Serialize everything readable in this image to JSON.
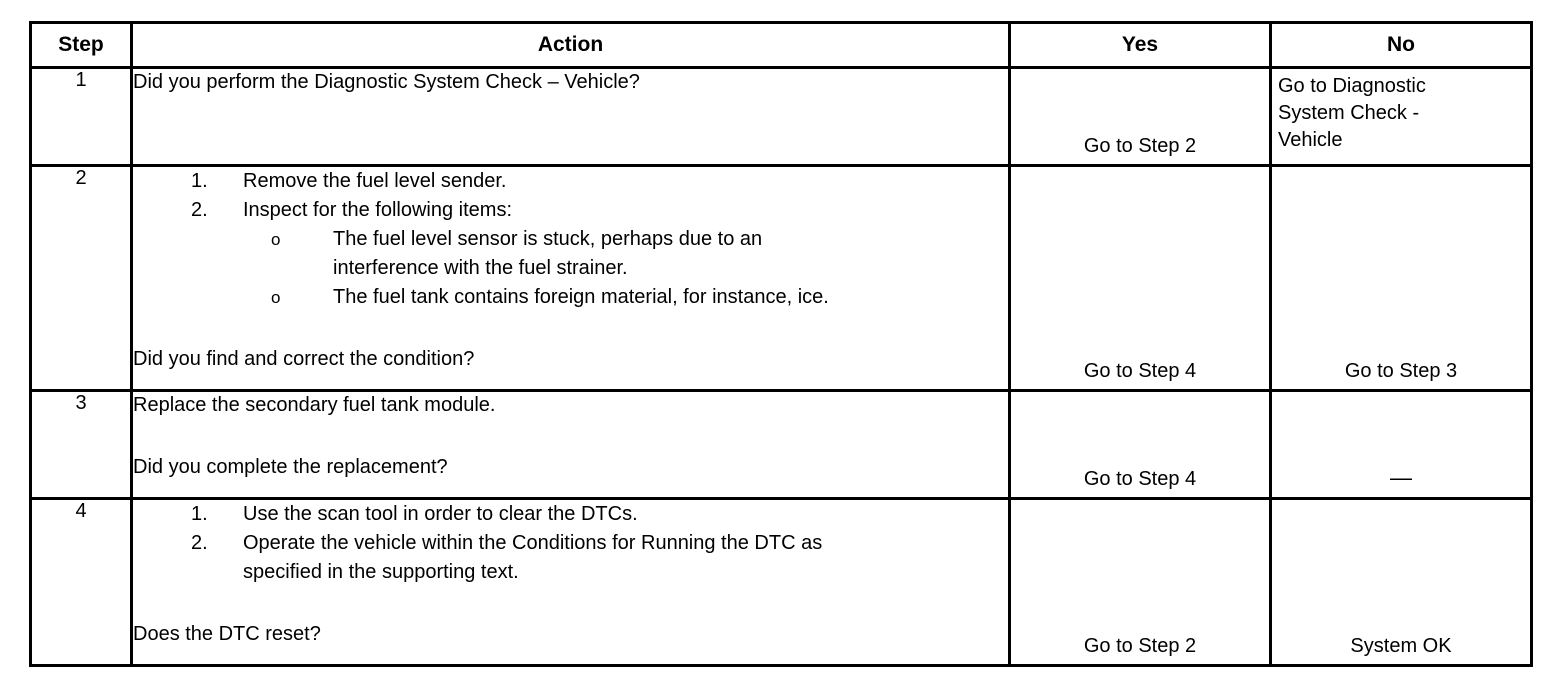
{
  "table": {
    "headers": [
      "Step",
      "Action",
      "Yes",
      "No"
    ],
    "rows": [
      {
        "step": "1",
        "action": {
          "intro": "Did you perform the Diagnostic System Check – Vehicle?",
          "items": [],
          "tail": ""
        },
        "yes": "Go to Step 2",
        "no_lines": [
          "Go to Diagnostic",
          "System Check -",
          "Vehicle"
        ],
        "no": "Go to Diagnostic System Check - Vehicle"
      },
      {
        "step": "2",
        "action": {
          "intro": "",
          "items": [
            {
              "num": "1.",
              "text": "Remove the fuel level sender.",
              "subitems": []
            },
            {
              "num": "2.",
              "text": "Inspect for the following items:",
              "subitems": [
                {
                  "bullet": "o",
                  "line1": "The fuel level sensor is stuck, perhaps due to an",
                  "line2": "interference with the fuel strainer."
                },
                {
                  "bullet": "o",
                  "line1": "The fuel tank contains foreign material, for instance, ice.",
                  "line2": ""
                }
              ]
            }
          ],
          "tail": "Did you find and correct the condition?"
        },
        "yes": "Go to Step 4",
        "no_lines": [],
        "no": "Go to Step 3"
      },
      {
        "step": "3",
        "action": {
          "intro": "Replace the secondary fuel tank module.",
          "items": [],
          "tail": "Did you complete the replacement?"
        },
        "yes": "Go to Step 4",
        "no_lines": [],
        "no": "—"
      },
      {
        "step": "4",
        "action": {
          "intro": "",
          "items": [
            {
              "num": "1.",
              "text": "Use the scan tool in order to clear the DTCs.",
              "subitems": []
            },
            {
              "num": "2.",
              "text": "Operate the vehicle within the Conditions for Running the DTC as",
              "text2": "specified in the supporting text.",
              "subitems": []
            }
          ],
          "tail": "Does the DTC reset?"
        },
        "yes": "Go to Step 2",
        "no_lines": [],
        "no": "System OK"
      }
    ]
  },
  "colors": {
    "border": "#000000",
    "text": "#000000",
    "background": "#ffffff"
  }
}
